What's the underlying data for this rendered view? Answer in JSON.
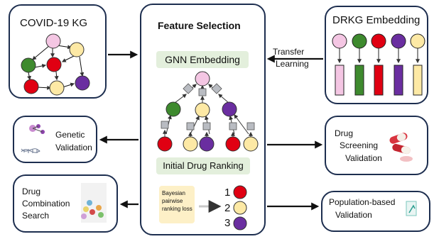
{
  "kg": {
    "title": "COVID-19 KG"
  },
  "center": {
    "title": "Feature Selection",
    "gnn_label": "GNN Embedding",
    "ranking_label": "Initial Drug Ranking",
    "bpr_label": "Bayesian pairwise ranking loss",
    "ranks": [
      "1",
      "2",
      "3"
    ]
  },
  "drkg": {
    "title": "DRKG Embedding"
  },
  "transfer": {
    "line1": "Transfer",
    "line2": "Learning"
  },
  "genetic": {
    "line1": "Genetic",
    "line2": "Validation"
  },
  "screening": {
    "line1": "Drug",
    "line2": "Screening",
    "line3": "Validation"
  },
  "combination": {
    "line1": "Drug",
    "line2": "Combination",
    "line3": "Search"
  },
  "population": {
    "line1": "Population-based",
    "line2": "Validation"
  },
  "colors": {
    "pink": "#f4c6e3",
    "green": "#3e8a2e",
    "red": "#e00012",
    "yellow": "#fde9a5",
    "purple": "#6a2ea0",
    "border": "#1d2e4f",
    "gray_node": "#b9bcc2"
  }
}
